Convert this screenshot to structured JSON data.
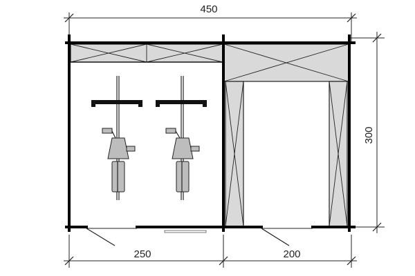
{
  "dimensions": {
    "top_width": "450",
    "left_room_width": "250",
    "right_opening_width": "200",
    "height": "300"
  },
  "colors": {
    "lintel_fill": "#d9d9d9",
    "wall": "#000000",
    "bike_fill": "#bdbdbd"
  }
}
